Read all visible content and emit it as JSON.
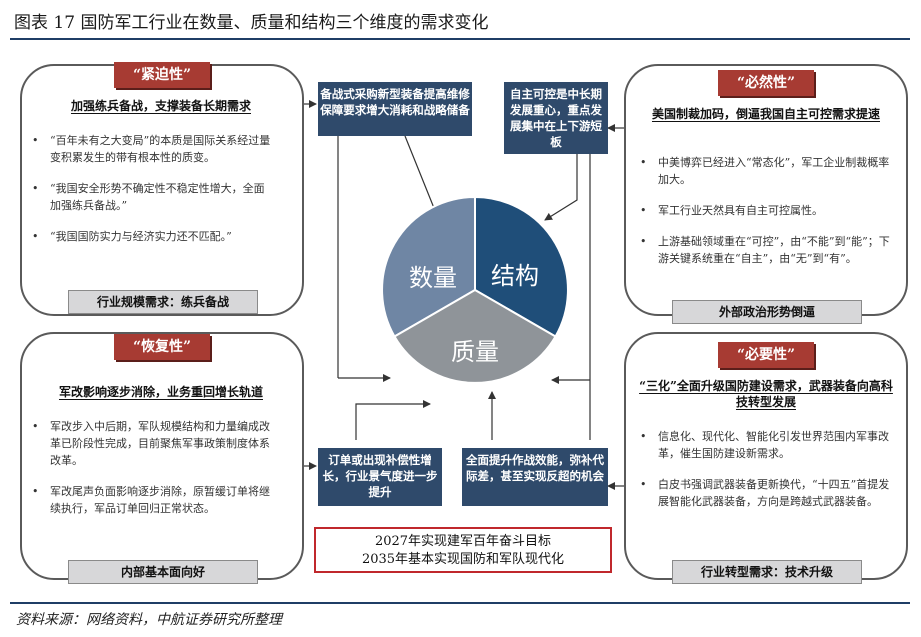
{
  "header": {
    "title": "图表 17 国防军工行业在数量、质量和结构三个维度的需求变化"
  },
  "footer": {
    "source": "资料来源：网络资料，中航证券研究所整理"
  },
  "center": {
    "segments": {
      "quantity": "数量",
      "structure": "结构",
      "quality": "质量"
    },
    "colors": {
      "quantity": "#6f86a4",
      "structure": "#1f4e79",
      "quality": "#8f9499"
    }
  },
  "panels": {
    "urgency": {
      "tag": "“紧迫性”",
      "subtitle": "加强练兵备战，支撑装备长期需求",
      "bullets": [
        "“百年未有之大变局”的本质是国际关系经过量变积累发生的带有根本性的质变。",
        "“我国安全形势不确定性不稳定性增大，全面加强练兵备战。”",
        "“我国国防实力与经济实力还不匹配。”"
      ],
      "footer": "行业规模需求：练兵备战"
    },
    "recovery": {
      "tag": "“恢复性”",
      "subtitle": "军改影响逐步消除，业务重回增长轨道",
      "bullets": [
        "军改步入中后期，军队规模结构和力量编成改革已阶段性完成，目前聚焦军事政策制度体系改革。",
        "军改尾声负面影响逐步消除，原暂缓订单将继续执行，军品订单回归正常状态。"
      ],
      "footer": "内部基本面向好"
    },
    "necessity": {
      "tag": "“必然性”",
      "subtitle": "美国制裁加码，倒逼我国自主可控需求提速",
      "bullets": [
        "中美博弈已经进入“常态化”，军工企业制裁概率加大。",
        "军工行业天然具有自主可控属性。",
        "上游基础领域重在“可控”，由“不能”到“能”；下游关键系统重在“自主”，由“无”到“有”。"
      ],
      "footer": "外部政治形势倒逼"
    },
    "requirement": {
      "tag": "“必要性”",
      "subtitle": "“三化”全面升级国防建设需求，武器装备向高科技转型发展",
      "bullets": [
        "信息化、现代化、智能化引发世界范围内军事改革，催生国防建设新需求。",
        "白皮书强调武器装备更新换代，“十四五”首提发展智能化武器装备，方向是跨越式武器装备。"
      ],
      "footer": "行业转型需求：技术升级"
    }
  },
  "boxes": {
    "top_left": "备战式采购新型装备提高维修保障要求增大消耗和战略储备",
    "top_right": "自主可控是中长期发展重心，重点发展集中在上下游短板",
    "bottom_left": "订单或出现补偿性增长，行业景气度进一步提升",
    "bottom_right": "全面提升作战效能，弥补代际差，甚至实现反超的机会"
  },
  "goal": {
    "line1": "2027年实现建军百年奋斗目标",
    "line2": "2035年基本实现国防和军队现代化"
  }
}
